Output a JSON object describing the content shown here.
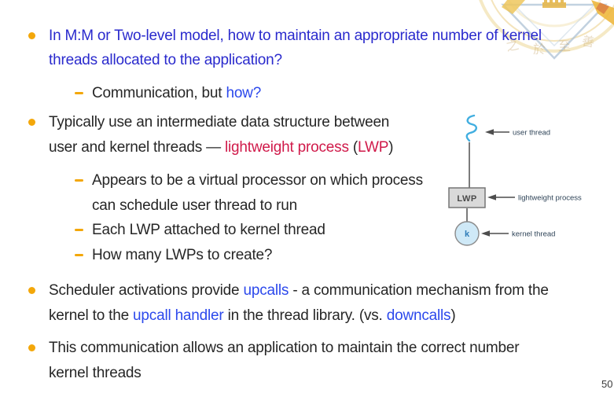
{
  "page": {
    "number": "50"
  },
  "colors": {
    "accent_gold": "#F3A70A",
    "title_blue": "#2A2ACD",
    "link_blue": "#2C49EC",
    "highlight_red": "#D01A4A",
    "body_text": "#262626",
    "diagram_label_blue": "#2F4458",
    "user_thread_squiggle_blue": "#41AEE0",
    "kernel_circle_fill": "#CFE9F7",
    "lwp_box_fill": "#D9D9D9"
  },
  "bullets": {
    "b1": {
      "line1": "In M:M or Two-level model, how to maintain an appropriate number of kernel",
      "line2": "threads allocated to the application?"
    },
    "sub1": {
      "pre": "Communication, but ",
      "link": "how?"
    },
    "b2": {
      "line1": "Typically use an intermediate data structure between",
      "line2_pre": "user and kernel threads — ",
      "line2_red": "lightweight process",
      "line2_mid": " (",
      "line2_red2": "LWP",
      "line2_post": ")"
    },
    "sub2a": {
      "line1": "Appears to be a virtual processor on which process",
      "line2": "can schedule user thread to run"
    },
    "sub2b": "Each LWP attached to kernel thread",
    "sub2c": "How many LWPs to create?",
    "b3": {
      "line1_pre": "Scheduler activations provide ",
      "line1_link": "upcalls",
      "line1_post": " - a communication mechanism from the",
      "line2_pre": "kernel to the ",
      "line2_link": "upcall handler",
      "line2_mid": " in the thread library. (vs. ",
      "line2_link2": "downcalls",
      "line2_post": ")"
    },
    "b4": {
      "line1": "This communication allows an application to maintain the correct number",
      "line2": "kernel threads"
    }
  },
  "diagram": {
    "user_thread_label": "user thread",
    "lwp_label": "LWP",
    "lightweight_process_label": "lightweight process",
    "kernel_letter": "k",
    "kernel_thread_label": "kernel thread"
  }
}
